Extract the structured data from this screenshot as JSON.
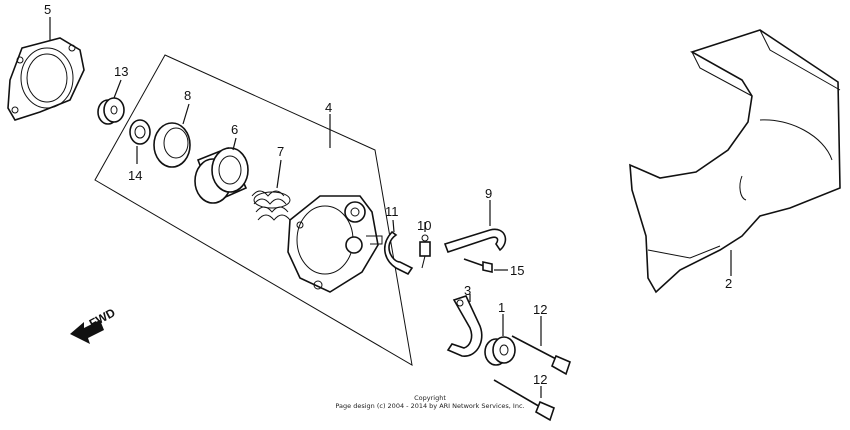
{
  "callouts": {
    "p1": "1",
    "p2": "2",
    "p3": "3",
    "p4": "4",
    "p5": "5",
    "p6": "6",
    "p7": "7",
    "p8": "8",
    "p9": "9",
    "p10": "10",
    "p11": "11",
    "p12a": "12",
    "p12b": "12",
    "p13": "13",
    "p14": "14",
    "p15": "15"
  },
  "direction": "FWD",
  "copyright": {
    "line1": "Copyright",
    "line2": "Page design (c) 2004 - 2014 by ARI Network Services, Inc."
  }
}
